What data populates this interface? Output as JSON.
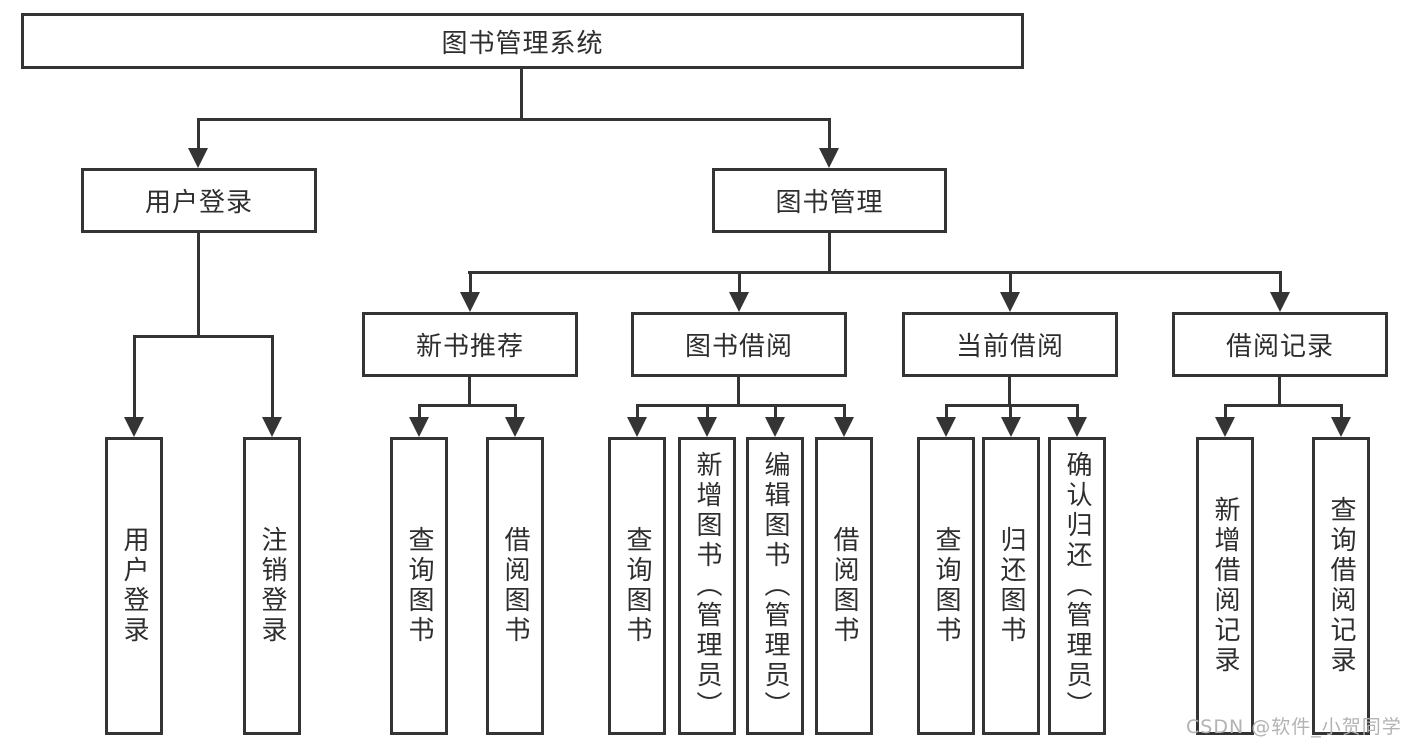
{
  "tree": {
    "root": {
      "label": "图书管理系统"
    },
    "branches": [
      {
        "label": "用户登录",
        "children": [
          {
            "label": "用户登录"
          },
          {
            "label": "注销登录"
          }
        ]
      },
      {
        "label": "图书管理",
        "children": [
          {
            "label": "新书推荐",
            "children": [
              {
                "label": "查询图书"
              },
              {
                "label": "借阅图书"
              }
            ]
          },
          {
            "label": "图书借阅",
            "children": [
              {
                "label": "查询图书"
              },
              {
                "label": "新增图书（管理员）"
              },
              {
                "label": "编辑图书（管理员）"
              },
              {
                "label": "借阅图书"
              }
            ]
          },
          {
            "label": "当前借阅",
            "children": [
              {
                "label": "查询图书"
              },
              {
                "label": "归还图书"
              },
              {
                "label": "确认归还（管理员）"
              }
            ]
          },
          {
            "label": "借阅记录",
            "children": [
              {
                "label": "新增借阅记录"
              },
              {
                "label": "查询借阅记录"
              }
            ]
          }
        ]
      }
    ]
  },
  "watermark": {
    "text": "CSDN @软件_小贺同学"
  },
  "colors": {
    "line": "#343434",
    "text": "#2e2e2e",
    "background": "#ffffff",
    "watermark": "#b3b3b3"
  }
}
